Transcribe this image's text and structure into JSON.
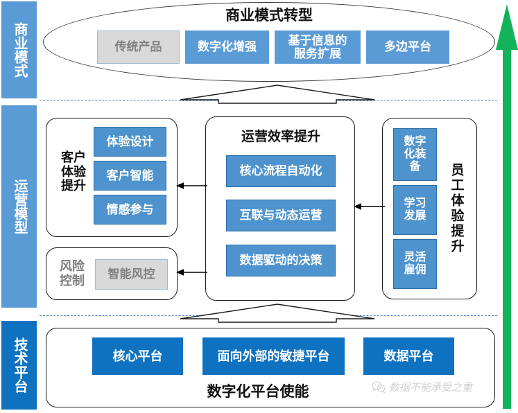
{
  "diagram": {
    "title_visible": false,
    "bands": [
      {
        "id": "business-model",
        "label": "商业模式",
        "color": "#5b9bd5"
      },
      {
        "id": "operating-model",
        "label": "运营模型",
        "color": "#5b9bd5"
      },
      {
        "id": "tech-platform",
        "label": "技术平台",
        "color": "#0f72c0"
      }
    ],
    "business_model": {
      "title": "商业模式转型",
      "items": [
        {
          "label": "传统产品",
          "style": "gray"
        },
        {
          "label": "数字化增强",
          "style": "blue"
        },
        {
          "label": "基于信息的\n服务扩展",
          "line1": "基于信息的",
          "line2": "服务扩展",
          "style": "blue"
        },
        {
          "label": "多边平台",
          "style": "blue"
        }
      ]
    },
    "operating_model": {
      "customer": {
        "title_line1": "客户",
        "title_line2": "体验",
        "title_line3": "提升",
        "items": [
          {
            "label": "体验设计",
            "style": "blue"
          },
          {
            "label": "客户智能",
            "style": "blue"
          },
          {
            "label": "情感参与",
            "style": "blue"
          }
        ]
      },
      "risk": {
        "title_line1": "风险",
        "title_line2": "控制",
        "items": [
          {
            "label": "智能风控",
            "style": "gray"
          }
        ]
      },
      "operations": {
        "title": "运营效率提升",
        "items": [
          {
            "label": "核心流程自动化",
            "style": "blue"
          },
          {
            "label": "互联与动态运营",
            "style": "blue"
          },
          {
            "label": "数据驱动的决策",
            "style": "blue"
          }
        ]
      },
      "employee": {
        "title": "员工体验提升",
        "items": [
          {
            "label": "数字\n化装\n备",
            "l1": "数字",
            "l2": "化装",
            "l3": "备",
            "style": "blue"
          },
          {
            "label": "学习\n发展",
            "l1": "学习",
            "l2": "发展",
            "style": "blue"
          },
          {
            "label": "灵活\n雇佣",
            "l1": "灵活",
            "l2": "雇佣",
            "style": "blue"
          }
        ]
      }
    },
    "tech_platform": {
      "title": "数字化平台使能",
      "items": [
        {
          "label": "核心平台",
          "style": "deep"
        },
        {
          "label": "面向外部的敏捷平台",
          "style": "deep"
        },
        {
          "label": "数据平台",
          "style": "deep"
        }
      ]
    },
    "growth_arrow": {
      "name": "upward-growth-arrow",
      "color": "#12b35a",
      "direction": "up"
    },
    "watermark": {
      "text": "数据不能承受之重",
      "icon": "wechat-icon"
    },
    "colors": {
      "blue": "#5b9bd5",
      "deep_blue": "#0f72c0",
      "gray": "#d9d9d9",
      "gray_text": "#808080",
      "green": "#12b35a",
      "dashed": "#4f86c6",
      "outline": "#1a1a1a"
    }
  }
}
